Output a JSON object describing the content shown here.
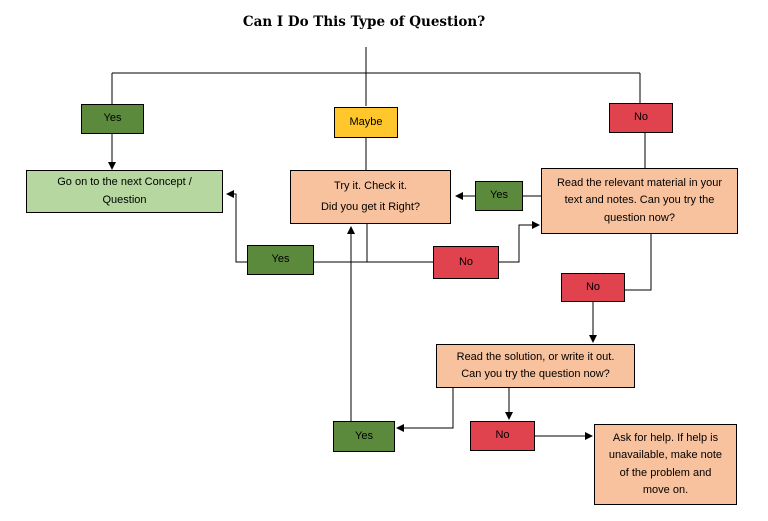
{
  "title": "Can I Do This Type of Question?",
  "nodes": {
    "yes_top": "Yes",
    "maybe_top": "Maybe",
    "no_top": "No",
    "next_concept": [
      "Go on to the next Concept /",
      "Question"
    ],
    "try_it": [
      "Try it. Check it.",
      "Did you get it Right?"
    ],
    "yes_mid": "Yes",
    "read_material": [
      "Read the relevant material in your",
      "text and notes. Can you try the",
      "question now?"
    ],
    "yes_left": "Yes",
    "no_mid": "No",
    "no_right": "No",
    "read_solution": [
      "Read the solution, or write it out.",
      "Can you try the question now?"
    ],
    "yes_bottom": "Yes",
    "no_bottom": "No",
    "ask_help": [
      "Ask for help.  If help is",
      "unavailable, make note",
      "of the problem and",
      "move on."
    ]
  },
  "colors": {
    "dark_green": "#5b8a3c",
    "light_green": "#b6d7a0",
    "yellow": "#ffc72c",
    "red": "#e0424e",
    "peach": "#f8c29e"
  }
}
